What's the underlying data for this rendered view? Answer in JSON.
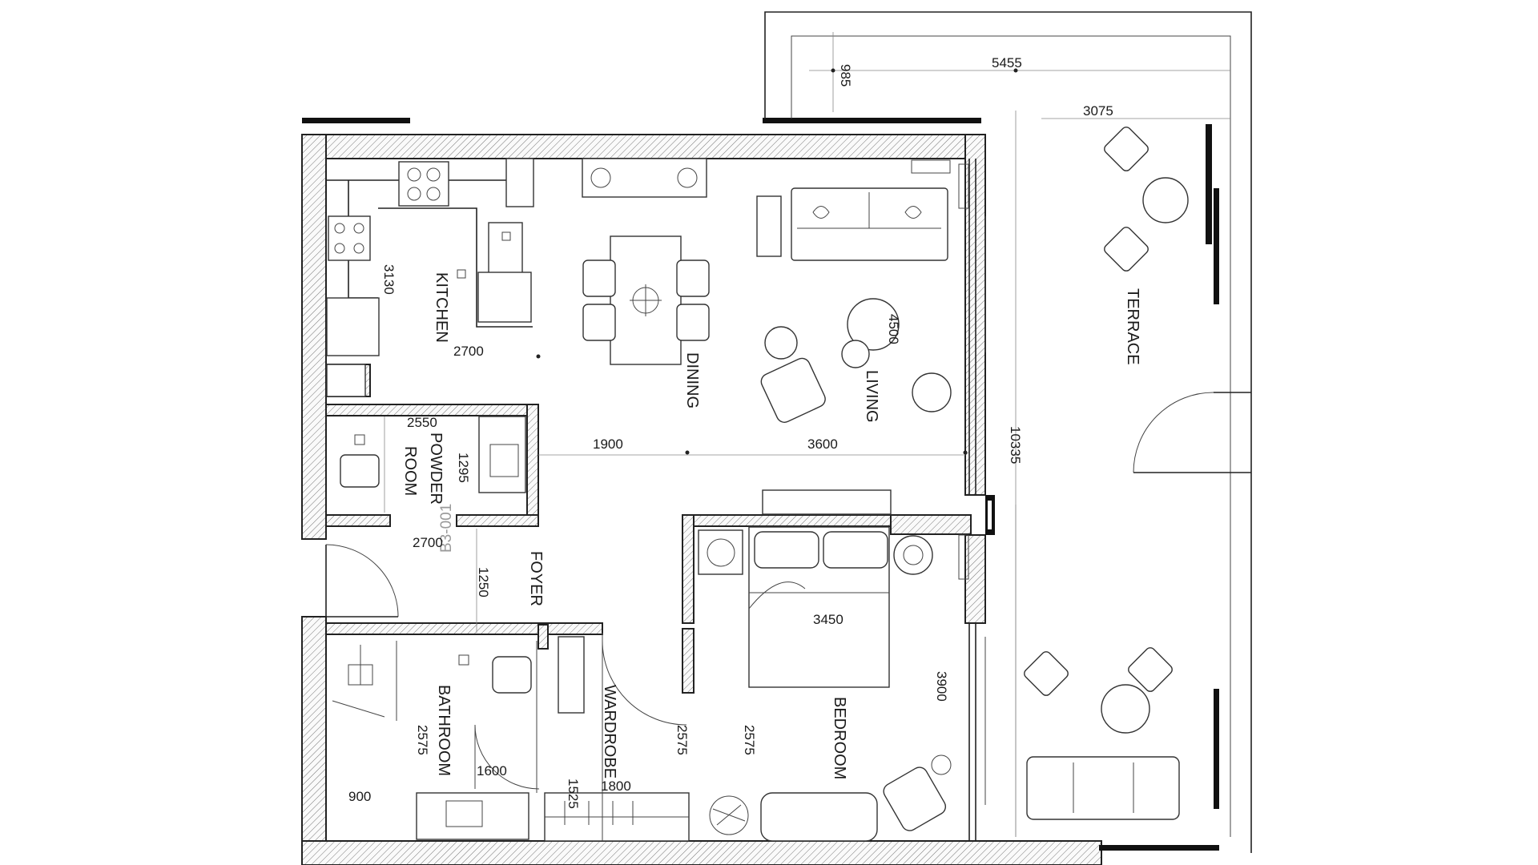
{
  "unit_code": "B3-001",
  "rooms": {
    "kitchen": "KITCHEN",
    "dining": "DINING",
    "living": "LIVING",
    "terrace": "TERRACE",
    "powder_room_line1": "POWDER",
    "powder_room_line2": "ROOM",
    "foyer": "FOYER",
    "bathroom": "BATHROOM",
    "wardrobe": "WARDROBE",
    "bedroom": "BEDROOM"
  },
  "dimensions": {
    "terrace_top_width": "5455",
    "terrace_top_depth": "985",
    "terrace_seat": "3075",
    "kitchen_depth": "3130",
    "kitchen_width": "2700",
    "living_depth": "4500",
    "terrace_length": "10335",
    "powder_width": "2550",
    "powder_depth": "1295",
    "hall_width": "1900",
    "living_width": "3600",
    "foyer_width": "2700",
    "foyer_depth": "1250",
    "bedroom_width": "3450",
    "bedroom_depth": "3900",
    "bathroom_depth": "2575",
    "wardrobe_depth": "2575",
    "bedroom_side": "2575",
    "bathroom_width": "1600",
    "wardrobe_len_a": "1525",
    "wardrobe_len_b": "1800",
    "shower_width": "900"
  }
}
